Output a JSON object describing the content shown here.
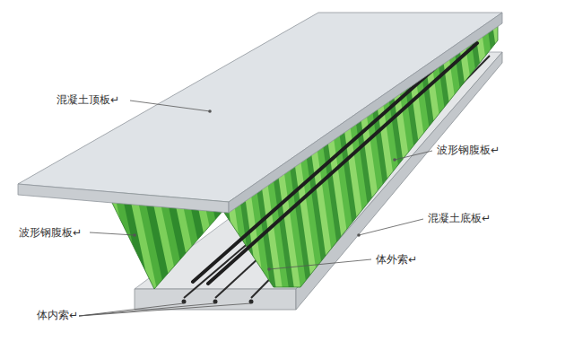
{
  "diagram": {
    "labels": [
      "混凝土顶板↵",
      "波形钢腹板↵",
      "波形钢腹板↵",
      "混凝土底板↵",
      "体外索↵",
      "体内索↵"
    ]
  }
}
